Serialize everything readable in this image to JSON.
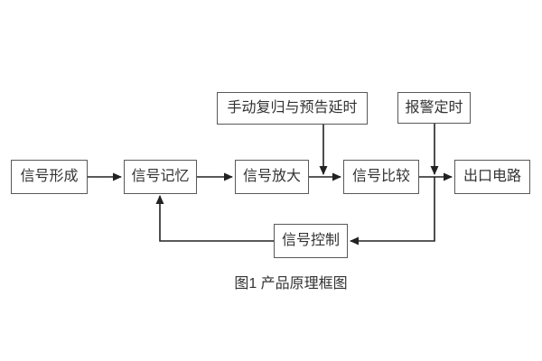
{
  "figure": {
    "caption": "图1 产品原理框图"
  },
  "diagram": {
    "type": "block-flow-diagram",
    "nodes": {
      "signal_formation": {
        "label": "信号形成"
      },
      "signal_memory": {
        "label": "信号记忆"
      },
      "signal_amplification": {
        "label": "信号放大"
      },
      "signal_comparison": {
        "label": "信号比较"
      },
      "output_circuit": {
        "label": "出口电路"
      },
      "manual_reset_delay": {
        "label": "手动复归与预告延时"
      },
      "alarm_timing": {
        "label": "报警定时"
      },
      "signal_control": {
        "label": "信号控制"
      }
    },
    "connections": [
      {
        "from": "signal_formation",
        "to": "signal_memory"
      },
      {
        "from": "signal_memory",
        "to": "signal_amplification"
      },
      {
        "from": "signal_amplification",
        "to": "signal_comparison"
      },
      {
        "from": "signal_comparison",
        "to": "output_circuit"
      },
      {
        "from": "manual_reset_delay",
        "to": "link signal_amplification→signal_comparison"
      },
      {
        "from": "alarm_timing",
        "to": "link signal_comparison→output_circuit"
      },
      {
        "from": "alarm_timing_branch",
        "to": "signal_control"
      },
      {
        "from": "signal_control",
        "to": "signal_memory"
      }
    ],
    "colors": {
      "box_border": "#595959",
      "arrow": "#222222",
      "text": "#333333",
      "background": "#ffffff"
    }
  }
}
